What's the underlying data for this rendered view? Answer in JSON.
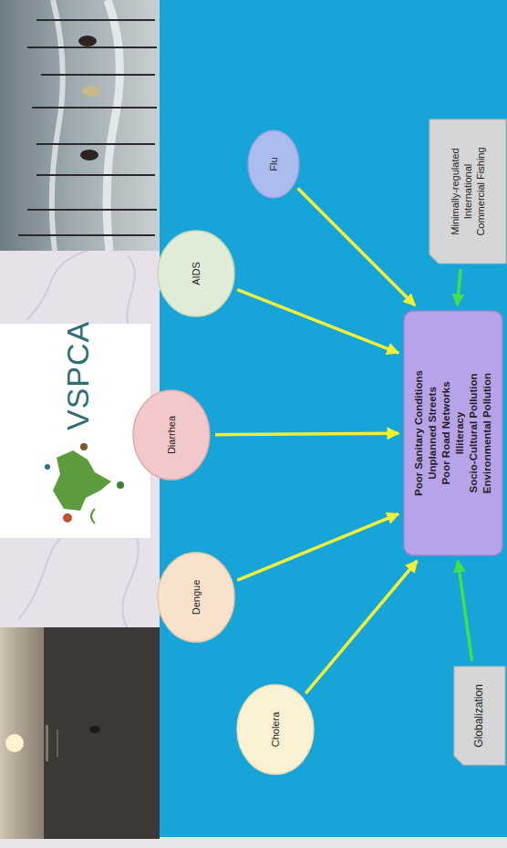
{
  "diagram": {
    "nodes": [
      {
        "text": [
          "Cholera"
        ]
      },
      {
        "text": [
          "Dengue"
        ]
      },
      {
        "text": [
          "Diarrhea"
        ]
      },
      {
        "text": [
          "AIDS"
        ]
      },
      {
        "text": [
          "Flu"
        ]
      },
      {
        "text": [
          "Poor Sanitary Conditions",
          "Unplanned Streets",
          "Poor Road Networks",
          "Illiteracy",
          "Socio-Cultural Pollution",
          "Environmental Pollution"
        ]
      },
      {
        "text": [
          "Globalization"
        ]
      },
      {
        "text": [
          "Minimally-regulated International Commercial Fishing"
        ]
      }
    ],
    "edges": [
      {
        "from": 0,
        "to": 5,
        "arrow": "to"
      },
      {
        "from": 1,
        "to": 5,
        "arrow": "to"
      },
      {
        "from": 2,
        "to": 5,
        "arrow": "to"
      },
      {
        "from": 3,
        "to": 5,
        "arrow": "to"
      },
      {
        "from": 4,
        "to": 5,
        "arrow": "to"
      },
      {
        "from": 6,
        "to": 5,
        "arrow": "to"
      },
      {
        "from": 7,
        "to": 5,
        "arrow": "to"
      }
    ],
    "labels": [
      "VSPCA"
    ]
  }
}
